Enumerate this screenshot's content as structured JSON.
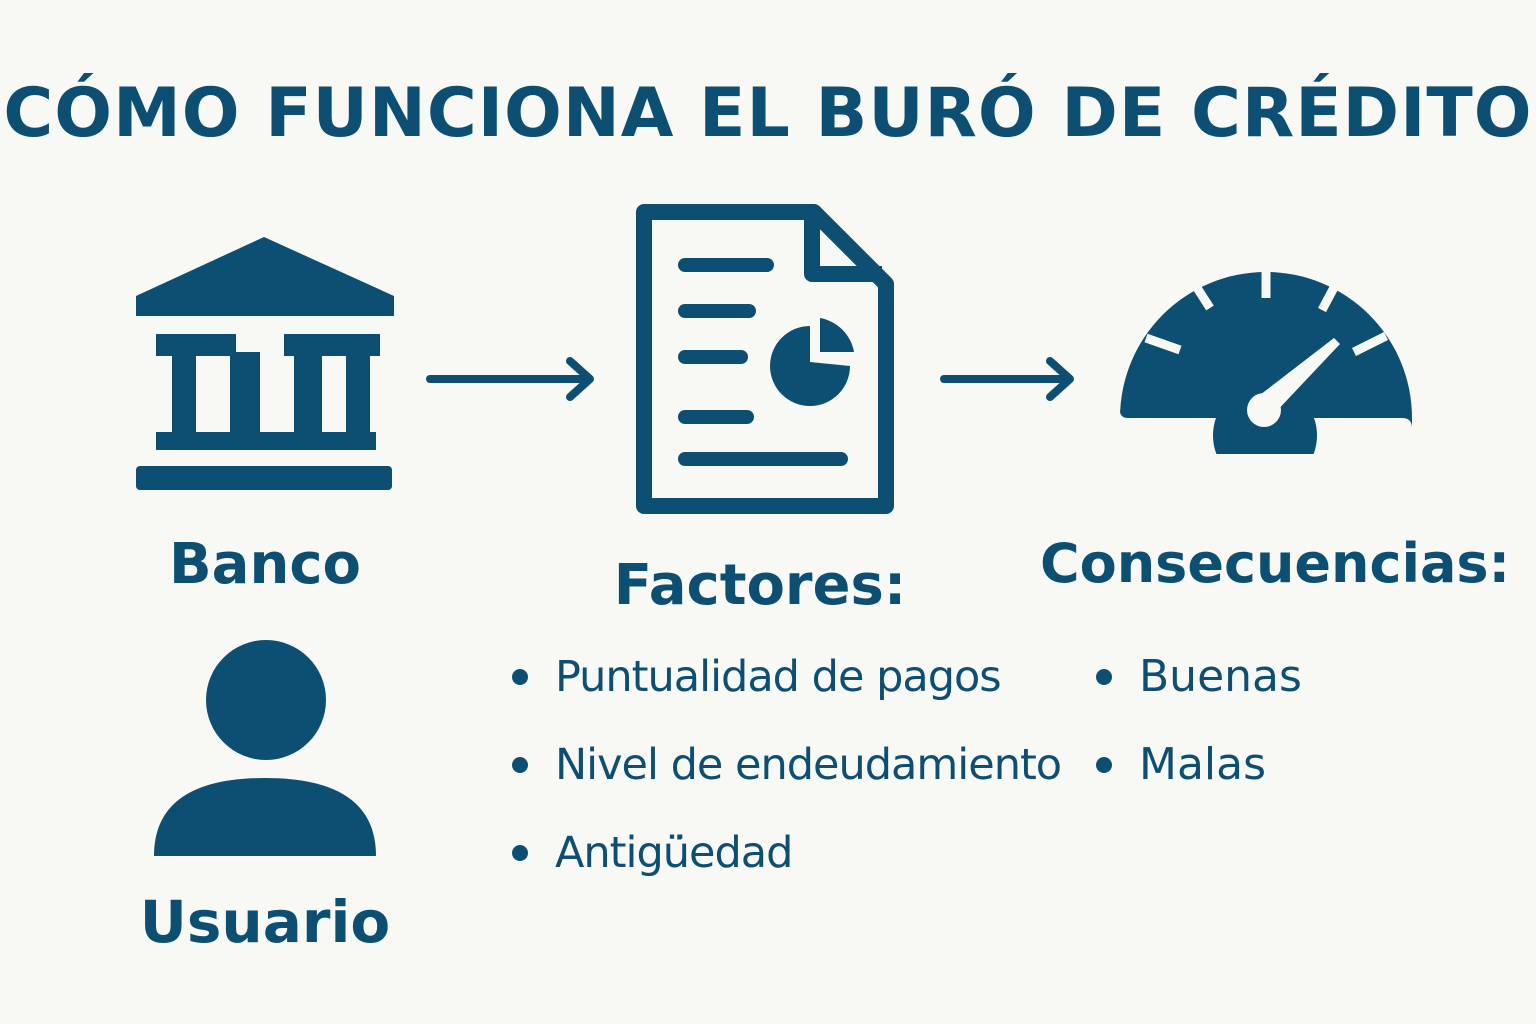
{
  "title": "CÓMO FUNCIONA EL BURÓ DE CRÉDITO",
  "colors": {
    "primary": "#0d4f73",
    "background": "#f8f8f4"
  },
  "nodes": {
    "bank": {
      "label": "Banco",
      "icon": "bank-icon"
    },
    "factors": {
      "label": "Factores:",
      "icon": "report-document-icon"
    },
    "consequences": {
      "label": "Consecuencias:",
      "icon": "gauge-icon"
    },
    "user": {
      "label": "Usuario",
      "icon": "user-icon"
    }
  },
  "factors_list": [
    "Puntualidad de pagos",
    "Nivel de endeudamiento",
    "Antigü̇edad"
  ],
  "consequences_list": [
    "Buenas",
    "Malas"
  ]
}
